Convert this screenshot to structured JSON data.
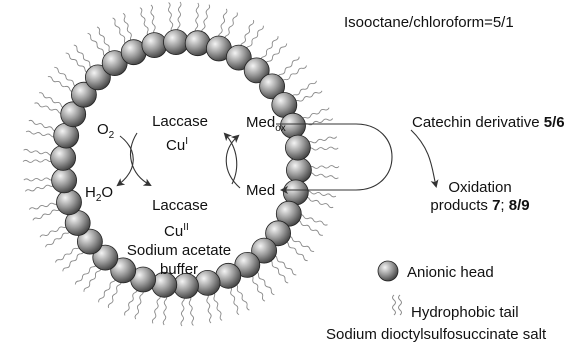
{
  "solvent_label": "Isooctane/chloroform=5/1",
  "inner": {
    "laccase_top": "Laccase",
    "cu_i_base": "Cu",
    "cu_i_sup": "I",
    "laccase_bottom": "Laccase",
    "cu_ii_base": "Cu",
    "cu_ii_sup": "II",
    "o2_base": "O",
    "o2_sub": "2",
    "h2o_h": "H",
    "h2o_sub": "2",
    "h2o_o": "O",
    "med_ox_base": "Med",
    "med_ox_sub": "ox",
    "med": "Med",
    "buffer_line1": "Sodium acetate",
    "buffer_line2": "buffer"
  },
  "outer": {
    "catechin_text": "Catechin derivative ",
    "catechin_num": "5/6",
    "oxidation_line1": "Oxidation",
    "products_text": "products ",
    "products_num1": "7",
    "products_sep": "; ",
    "products_num2": "8/9"
  },
  "legend": {
    "head_label": "Anionic head",
    "tail_label": "Hydrophobic tail",
    "salt_label": "Sodium dioctylsulfosuccinate salt"
  },
  "colors": {
    "bead_light": "#f4f4f4",
    "bead_mid": "#9a9a9a",
    "bead_dark": "#3a3a3a",
    "tail": "#8a8a8a",
    "line": "#333333"
  }
}
